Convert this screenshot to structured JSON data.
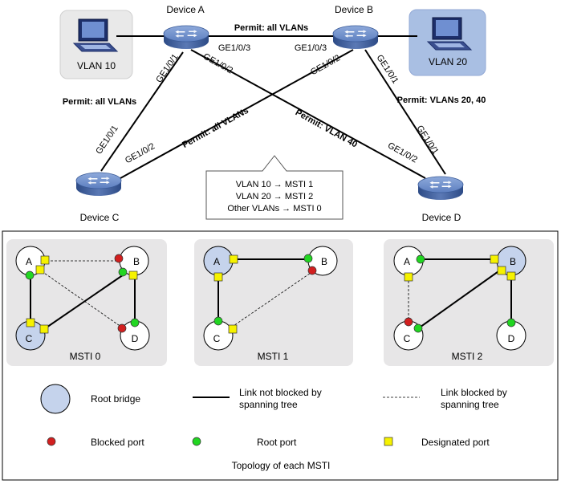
{
  "devices": {
    "a": "Device A",
    "b": "Device B",
    "c": "Device C",
    "d": "Device D"
  },
  "hosts": {
    "vlan10": "VLAN 10",
    "vlan20": "VLAN 20"
  },
  "links": {
    "ab": "Permit: all VLANs",
    "ac": "Permit: all VLANs",
    "bc": "Permit: all VLANs",
    "ad": "Permit: VLAN 40",
    "bd": "Permit: VLANs 20, 40"
  },
  "ports": {
    "a_to_b": "GE1/0/3",
    "b_to_a": "GE1/0/3",
    "a_to_c": "GE1/0/1",
    "a_to_d": "GE1/0/2",
    "b_to_c": "GE1/0/2",
    "b_to_d": "GE1/0/1",
    "c_to_a": "GE1/0/1",
    "c_to_b": "GE1/0/2",
    "d_to_b": "GE1/0/1",
    "d_to_a": "GE1/0/2"
  },
  "mapping_note": {
    "line1": "VLAN 10 → MSTI 1",
    "line2": "VLAN 20 → MSTI 2",
    "line3": "Other VLANs → MSTI 0"
  },
  "msti": {
    "node_labels": {
      "a": "A",
      "b": "B",
      "c": "C",
      "d": "D"
    },
    "panel0": "MSTI 0",
    "panel1": "MSTI 1",
    "panel2": "MSTI 2"
  },
  "legend": {
    "root_bridge": "Root bridge",
    "link_not_blocked_1": "Link not blocked by",
    "link_not_blocked_2": "spanning tree",
    "link_blocked_1": "Link blocked by",
    "link_blocked_2": "spanning tree",
    "blocked_port": "Blocked port",
    "root_port": "Root port",
    "designated_port": "Designated port"
  },
  "caption": "Topology of each MSTI",
  "colors": {
    "root_bridge": "#c5d3ec",
    "host_highlight": "#a9bfe3",
    "panel_bg": "#e7e6e7",
    "blocked_port": "#d21f1f",
    "root_port": "#22d622",
    "designated_port": "#f6f200",
    "switch_top": "#6f8fc9",
    "switch_side": "#3b5b98"
  }
}
